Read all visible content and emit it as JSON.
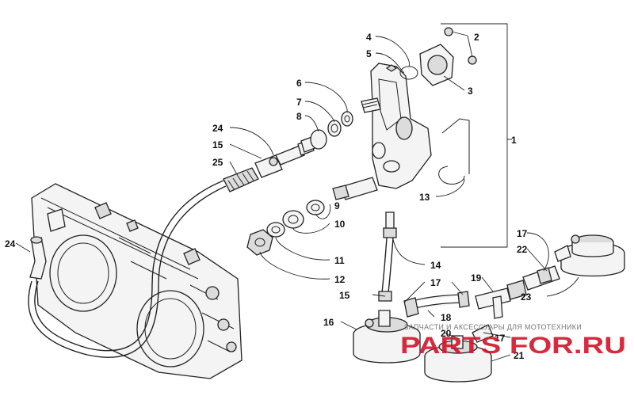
{
  "callouts": [
    {
      "id": "c1",
      "text": "1"
    },
    {
      "id": "c2",
      "text": "2"
    },
    {
      "id": "c3",
      "text": "3"
    },
    {
      "id": "c4",
      "text": "4"
    },
    {
      "id": "c5",
      "text": "5"
    },
    {
      "id": "c6",
      "text": "6"
    },
    {
      "id": "c7",
      "text": "7"
    },
    {
      "id": "c8",
      "text": "8"
    },
    {
      "id": "c9",
      "text": "9"
    },
    {
      "id": "c10",
      "text": "10"
    },
    {
      "id": "c11",
      "text": "11"
    },
    {
      "id": "c12",
      "text": "12"
    },
    {
      "id": "c13",
      "text": "13"
    },
    {
      "id": "c14",
      "text": "14"
    },
    {
      "id": "c15a",
      "text": "15"
    },
    {
      "id": "c15b",
      "text": "15"
    },
    {
      "id": "c16",
      "text": "16"
    },
    {
      "id": "c17a",
      "text": "17"
    },
    {
      "id": "c17b",
      "text": "17"
    },
    {
      "id": "c17c",
      "text": "17"
    },
    {
      "id": "c18",
      "text": "18"
    },
    {
      "id": "c19",
      "text": "19"
    },
    {
      "id": "c20",
      "text": "20"
    },
    {
      "id": "c21",
      "text": "21"
    },
    {
      "id": "c22",
      "text": "22"
    },
    {
      "id": "c23",
      "text": "23"
    },
    {
      "id": "c24a",
      "text": "24"
    },
    {
      "id": "c24b",
      "text": "24"
    },
    {
      "id": "c25",
      "text": "25"
    }
  ],
  "watermark": {
    "banner": "ЗАПЧАСТИ И АКСЕССУАРЫ ДЛЯ МОТОТЕХНИКИ",
    "logo": "PARTS FOR.RU"
  }
}
